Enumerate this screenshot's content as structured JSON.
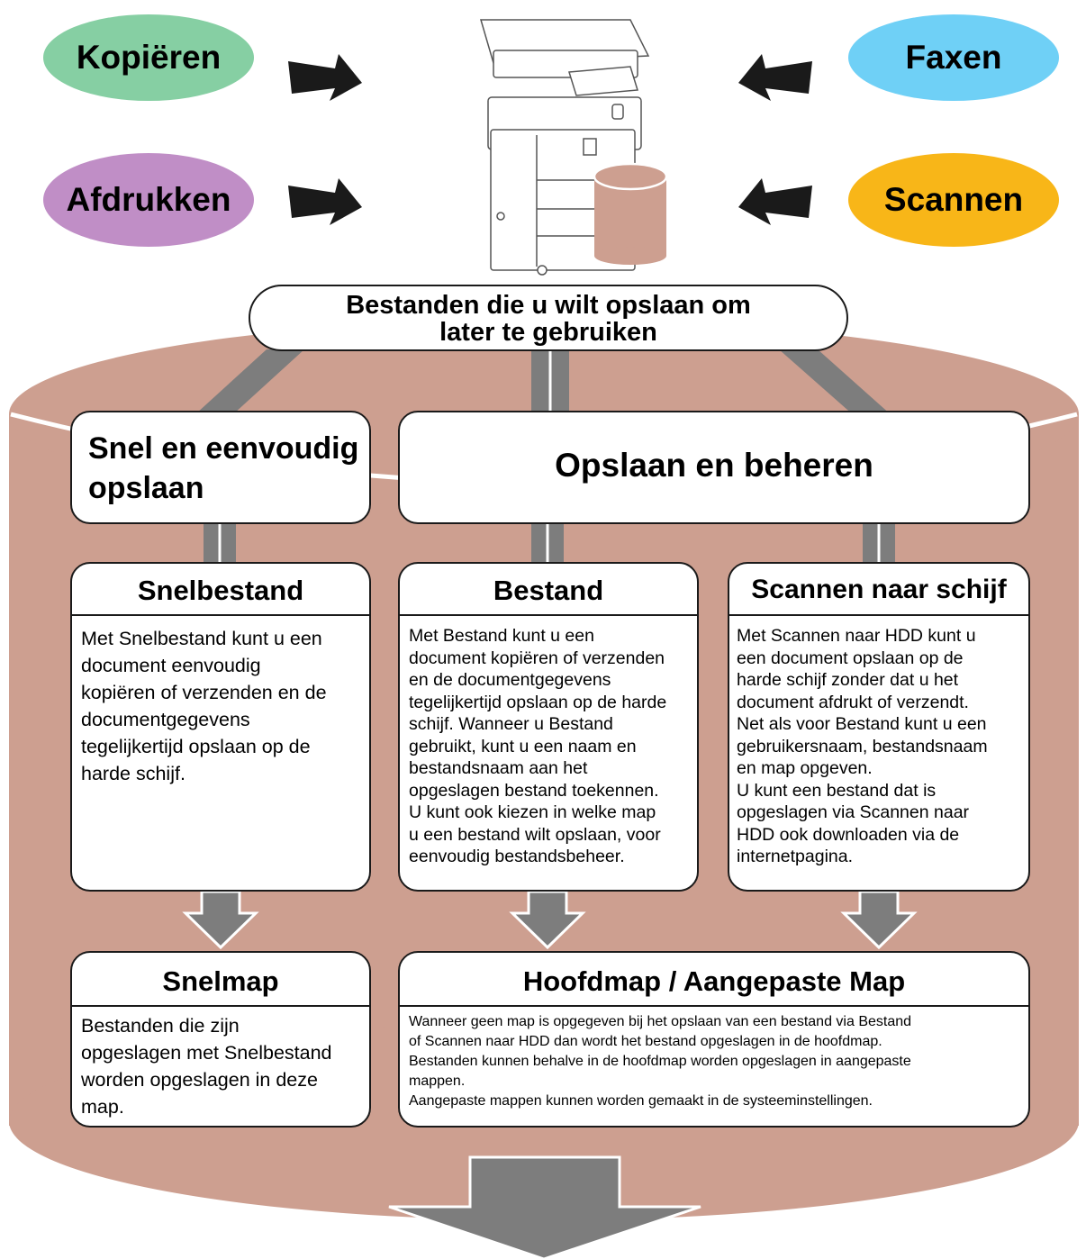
{
  "colors": {
    "database": "#cd9f90",
    "pipe": "#7d7d7d",
    "copy": "#86cfa3",
    "print": "#c08ec6",
    "fax": "#6fd0f6",
    "scan": "#f8b618",
    "arrow": "#1a1a1a",
    "cylinder": "#cd9f90"
  },
  "inputs": {
    "copy": "Kopiëren",
    "print": "Afdrukken",
    "fax": "Faxen",
    "scan": "Scannen"
  },
  "header": {
    "line1": "Bestanden die u wilt opslaan om",
    "line2": "later te gebruiken"
  },
  "categories": {
    "quick": [
      "Snel en eenvoudig",
      "opslaan"
    ],
    "manage": "Opslaan en beheren"
  },
  "quickfile": {
    "title": "Snelbestand",
    "lines": [
      "Met Snelbestand kunt u een",
      "document eenvoudig",
      "kopiëren of verzenden en de",
      "documentgegevens",
      "tegelijkertijd opslaan op de",
      "harde schijf."
    ]
  },
  "file": {
    "title": "Bestand",
    "lines": [
      "Met Bestand kunt u een",
      "document kopiëren of verzenden",
      "en de documentgegevens",
      "tegelijkertijd opslaan op de harde",
      "schijf. Wanneer u Bestand",
      "gebruikt, kunt u een naam en",
      "bestandsnaam aan het",
      "opgeslagen bestand toekennen.",
      "U kunt ook kiezen in welke map",
      "u een bestand wilt opslaan, voor",
      "eenvoudig bestandsbeheer."
    ]
  },
  "scan_to_disk": {
    "title": "Scannen naar schijf",
    "lines": [
      "Met Scannen naar HDD kunt u",
      "een document opslaan op de",
      "harde schijf zonder dat u het",
      "document afdrukt of verzendt.",
      "Net als voor Bestand kunt u een",
      "gebruikersnaam, bestandsnaam",
      "en map opgeven.",
      "U kunt een bestand dat is",
      "opgeslagen via Scannen naar",
      "HDD ook downloaden via de",
      "internetpagina."
    ]
  },
  "quickfolder": {
    "title": "Snelmap",
    "lines": [
      "Bestanden die zijn",
      "opgeslagen met Snelbestand",
      "worden opgeslagen in deze",
      "map."
    ]
  },
  "mainfolder": {
    "title": "Hoofdmap / Aangepaste Map",
    "lines": [
      "Wanneer geen map is opgegeven bij het opslaan van een bestand via Bestand",
      "of Scannen naar HDD dan wordt het bestand opgeslagen in de hoofdmap.",
      "Bestanden kunnen behalve in de hoofdmap worden opgeslagen in aangepaste",
      "mappen.",
      "Aangepaste mappen kunnen worden gemaakt in de systeeminstellingen."
    ]
  }
}
